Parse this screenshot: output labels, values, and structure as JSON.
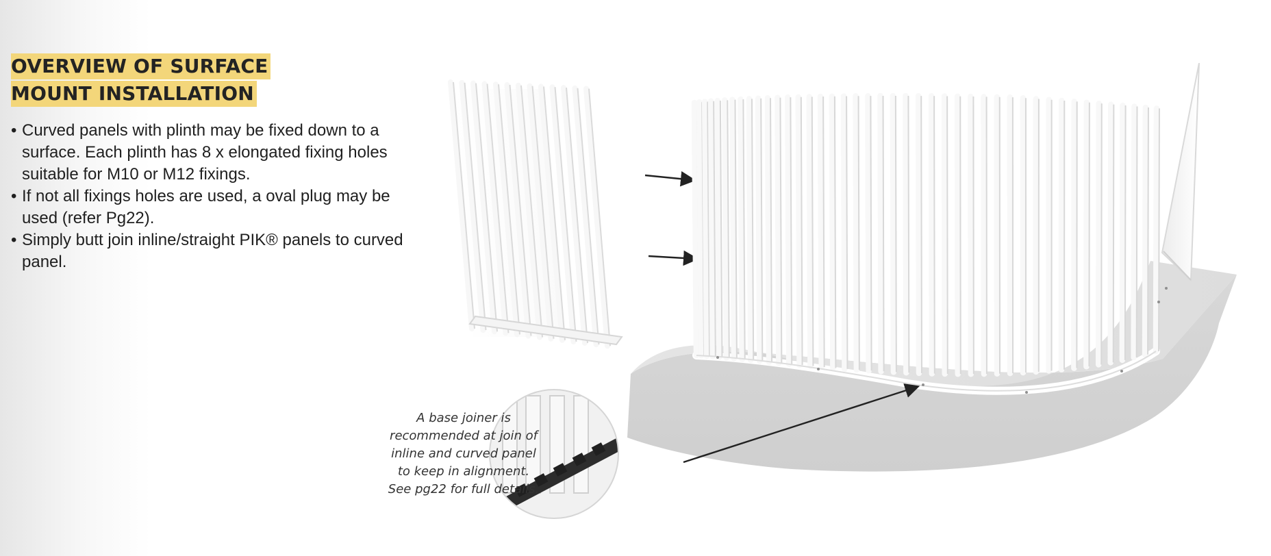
{
  "heading": {
    "lines": [
      "OVERVIEW OF SURFACE",
      "MOUNT INSTALLATION"
    ]
  },
  "bullets": [
    "Curved panels with plinth may be fixed down to a surface. Each plinth has 8 x elongated fixing holes suitable for M10 or M12 fixings.",
    "If not all fixings holes are used, a oval plug may be used (refer Pg22).",
    "Simply butt join inline/straight PIK® panels to curved panel."
  ],
  "callout": {
    "lines": [
      "A base joiner is",
      "recommended at join of",
      "inline and curved panel",
      "to keep in alignment.",
      "See pg22 for full details."
    ]
  },
  "colors": {
    "accent": "#f3d67a",
    "text": "#1f1f1f",
    "panel": "#f6f6f6",
    "panel_stroke": "#d7d7d7",
    "base": "#d7d7d7",
    "joiner": "#2e2e2e",
    "arrow": "#222222"
  }
}
